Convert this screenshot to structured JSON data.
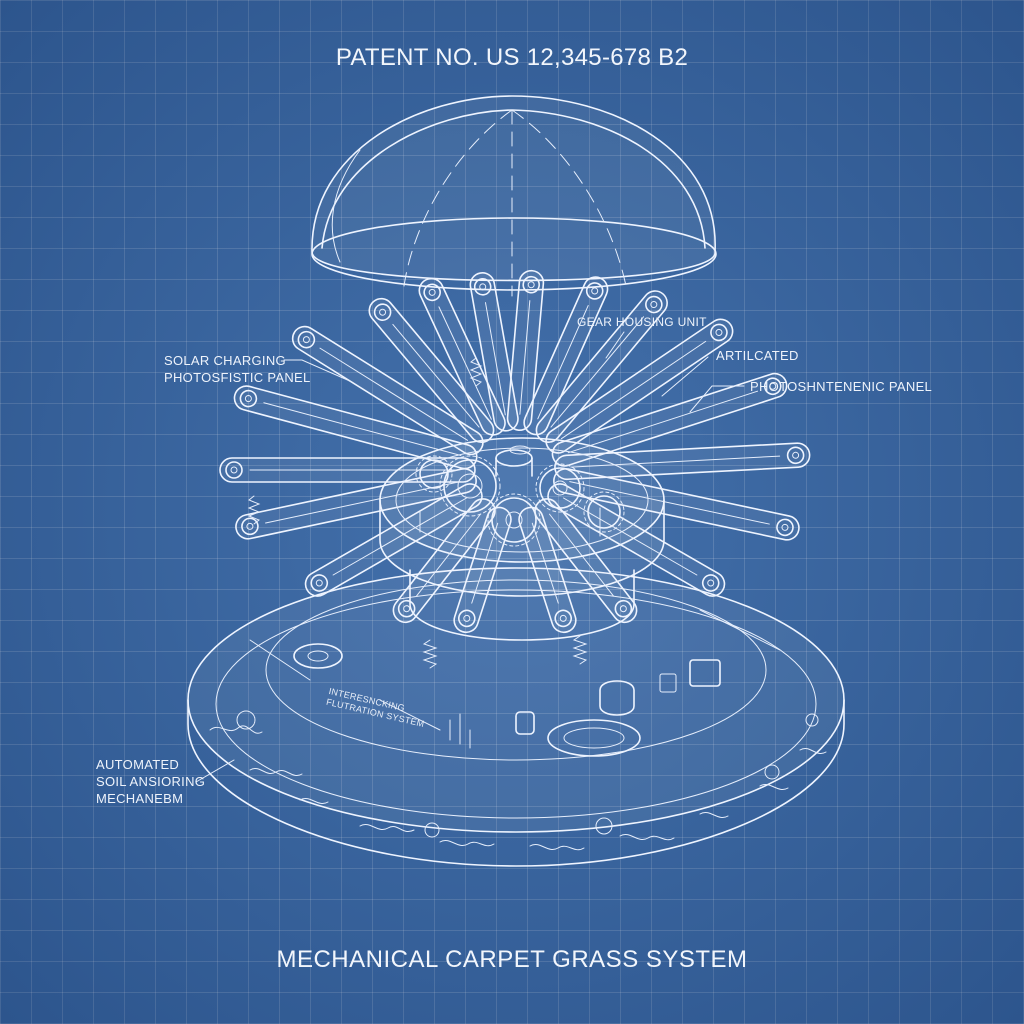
{
  "patent_number": "PATENT NO. US 12,345-678 B2",
  "figure_title": "MECHANICAL CARPET GRASS SYSTEM",
  "labels": {
    "solar_panel": "SOLAR CHARGING\nPHOTOSFISTIC PANEL",
    "gear_housing": "GEAR HOUSING UNIT",
    "articulated": "ARTILCATED",
    "photo_panel": "PHOTOSHNTENENIC PANEL",
    "soil_anchoring": "AUTOMATED\nSOIL ANSIORING\nMECHANEBM",
    "filtration": "INTERESNCKING\nFLUTRATION SYSTEM"
  },
  "colors": {
    "background": "#3a6aa8",
    "grid": "rgba(255,255,255,0.16)",
    "linework": "#eef4ff"
  }
}
